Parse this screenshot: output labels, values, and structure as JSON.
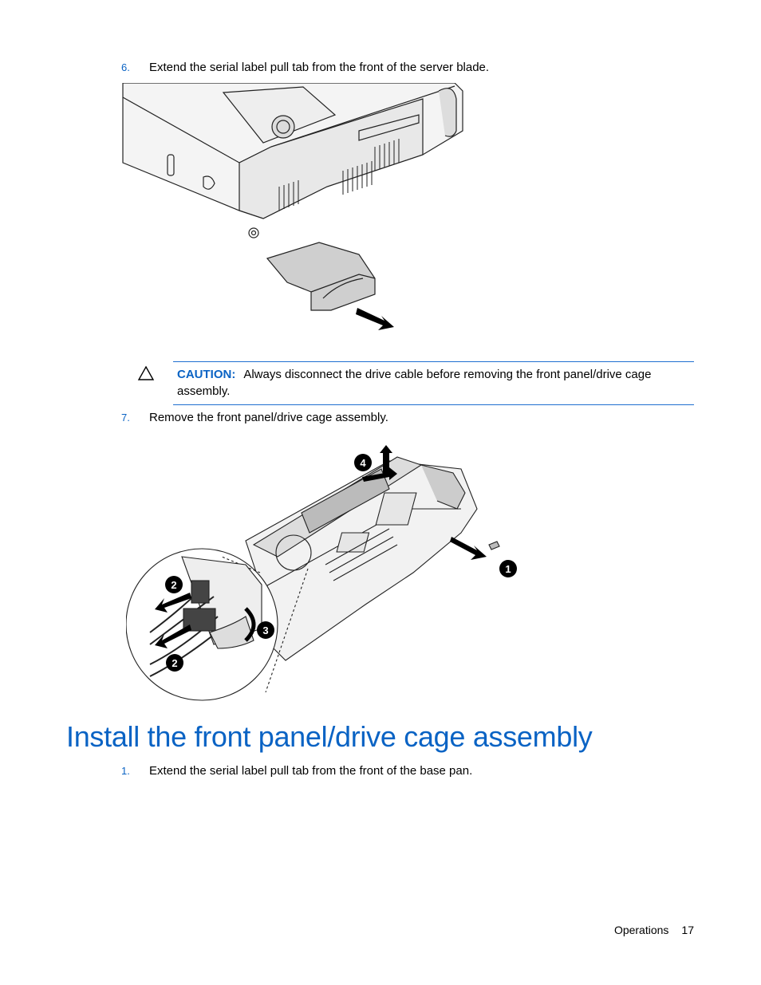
{
  "steps": [
    {
      "number": "6.",
      "text": "Extend the serial label pull tab from the front of the server blade."
    },
    {
      "number": "7.",
      "text": "Remove the front panel/drive cage assembly."
    }
  ],
  "caution": {
    "label": "CAUTION:",
    "text": "Always disconnect the drive cable before removing the front panel/drive cage assembly."
  },
  "section": {
    "heading": "Install the front panel/drive cage assembly",
    "steps": [
      {
        "number": "1.",
        "text": "Extend the serial label pull tab from the front of the base pan."
      }
    ]
  },
  "figure2_callouts": [
    "4",
    "1",
    "2",
    "3",
    "2"
  ],
  "footer": {
    "section": "Operations",
    "page": "17"
  },
  "colors": {
    "accent": "#0a63c4"
  }
}
